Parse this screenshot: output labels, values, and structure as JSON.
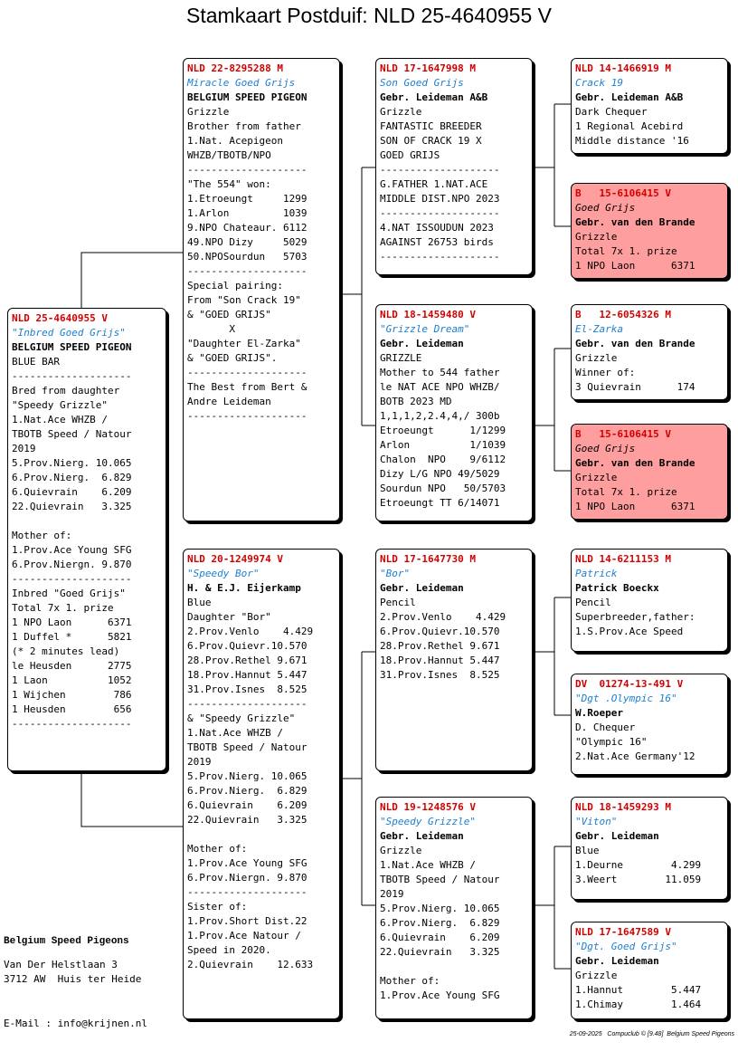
{
  "title": "Stamkaart Postduif: NLD 25-4640955 V",
  "pigeons": {
    "main": {
      "ring": "NLD 25-4640955 V",
      "name": "\"Inbred Goed Grijs\"",
      "breeder": "BELGIUM SPEED PIGEON",
      "lines": [
        "BLUE BAR",
        "--------------------",
        "Bred from daughter",
        "\"Speedy Grizzle\"",
        "1.Nat.Ace WHZB /",
        "TBOTB Speed / Natour",
        "2019",
        "5.Prov.Nierg. 10.065",
        "6.Prov.Nierg.  6.829",
        "6.Quievrain    6.209",
        "22.Quievrain   3.325",
        "",
        "Mother of:",
        "1.Prov.Ace Young SFG",
        "6.Prov.Niergn. 9.870",
        "--------------------",
        "Inbred \"Goed Grijs\"",
        "Total 7x 1. prize",
        "1 NPO Laon      6371",
        "1 Duffel *      5821",
        "(* 2 minutes lead)",
        "le Heusden      2775",
        "1 Laon          1052",
        "1 Wijchen        786",
        "1 Heusden        656",
        "--------------------"
      ]
    },
    "father": {
      "ring": "NLD 22-8295288 M",
      "name": "Miracle Goed Grijs",
      "breeder": "BELGIUM SPEED PIGEON",
      "lines": [
        "Grizzle",
        "Brother from father",
        "1.Nat. Acepigeon",
        "WHZB/TBOTB/NPO",
        "--------------------",
        "\"The 554\" won:",
        "1.Etroeungt     1299",
        "1.Arlon         1039",
        "9.NPO Chateaur. 6112",
        "49.NPO Dizy     5029",
        "50.NPOSourdun   5703",
        "--------------------",
        "Special pairing:",
        "From \"Son Crack 19\"",
        "& \"GOED GRIJS\"",
        "       X",
        "\"Daughter El-Zarka\"",
        "& \"GOED GRIJS\".",
        "--------------------",
        "The Best from Bert &",
        "Andre Leideman",
        "--------------------"
      ]
    },
    "mother": {
      "ring": "NLD 20-1249974 V",
      "name": "\"Speedy Bor\"",
      "breeder": "H. & E.J. Eijerkamp",
      "lines": [
        "Blue",
        "Daughter \"Bor\"",
        "2.Prov.Venlo    4.429",
        "6.Prov.Quievr.10.570",
        "28.Prov.Rethel 9.671",
        "18.Prov.Hannut 5.447",
        "31.Prov.Isnes  8.525",
        "--------------------",
        "& \"Speedy Grizzle\"",
        "1.Nat.Ace WHZB /",
        "TBOTB Speed / Natour",
        "2019",
        "5.Prov.Nierg. 10.065",
        "6.Prov.Nierg.  6.829",
        "6.Quievrain    6.209",
        "22.Quievrain   3.325",
        "",
        "Mother of:",
        "1.Prov.Ace Young SFG",
        "6.Prov.Niergn. 9.870",
        "--------------------",
        "Sister of:",
        "1.Prov.Short Dist.22",
        "1.Prov.Ace Natour /",
        "Speed in 2020.",
        "2.Quievrain    12.633"
      ]
    },
    "ff": {
      "ring": "NLD 17-1647998 M",
      "name": "Son Goed Grijs",
      "breeder": "Gebr. Leideman A&B",
      "lines": [
        "Grizzle",
        "FANTASTIC BREEDER",
        "SON OF CRACK 19 X",
        "GOED GRIJS",
        "--------------------",
        "G.FATHER 1.NAT.ACE",
        "MIDDLE DIST.NPO 2023",
        "--------------------",
        "4.NAT ISSOUDUN 2023",
        "AGAINST 26753 birds",
        "--------------------"
      ]
    },
    "fm": {
      "ring": "NLD 18-1459480 V",
      "name": "\"Grizzle Dream\"",
      "breeder": "Gebr. Leideman",
      "lines": [
        "GRIZZLE",
        "Mother to 544 father",
        "le NAT ACE NPO WHZB/",
        "BOTB 2023 MD",
        "1,1,1,2,2.4,4,/ 300b",
        "Etroeungt      1/1299",
        "Arlon          1/1039",
        "Chalon  NPO    9/6112",
        "Dizy L/G NPO 49/5029",
        "Sourdun NPO   50/5703",
        "Etroeungt TT 6/14071"
      ]
    },
    "mf": {
      "ring": "NLD 17-1647730 M",
      "name": "\"Bor\"",
      "breeder": "Gebr. Leideman",
      "lines": [
        "Pencil",
        "2.Prov.Venlo    4.429",
        "6.Prov.Quievr.10.570",
        "28.Prov.Rethel 9.671",
        "18.Prov.Hannut 5.447",
        "31.Prov.Isnes  8.525"
      ]
    },
    "mm": {
      "ring": "NLD 19-1248576 V",
      "name": "\"Speedy Grizzle\"",
      "breeder": "Gebr. Leideman",
      "lines": [
        "Grizzle",
        "1.Nat.Ace WHZB /",
        "TBOTB Speed / Natour",
        "2019",
        "5.Prov.Nierg. 10.065",
        "6.Prov.Nierg.  6.829",
        "6.Quievrain    6.209",
        "22.Quievrain   3.325",
        "",
        "Mother of:",
        "1.Prov.Ace Young SFG"
      ]
    },
    "fff": {
      "ring": "NLD 14-1466919 M",
      "name": "Crack 19",
      "breeder": "Gebr. Leideman A&B",
      "lines": [
        "Dark Chequer",
        "1 Regional Acebird",
        "Middle distance '16"
      ]
    },
    "ffm": {
      "ring": "B   15-6106415 V",
      "name": "Goed Grijs",
      "breeder": "Gebr. van den Brande",
      "lines": [
        "Grizzle",
        "Total 7x 1. prize",
        "1 NPO Laon      6371"
      ]
    },
    "fmf": {
      "ring": "B   12-6054326 M",
      "name": "El-Zarka",
      "breeder": "Gebr. van den Brande",
      "lines": [
        "Grizzle",
        "Winner of:",
        "3 Quievrain      174"
      ]
    },
    "fmm": {
      "ring": "B   15-6106415 V",
      "name": "Goed Grijs",
      "breeder": "Gebr. van den Brande",
      "lines": [
        "Grizzle",
        "Total 7x 1. prize",
        "1 NPO Laon      6371"
      ]
    },
    "mff": {
      "ring": "NLD 14-6211153 M",
      "name": "Patrick",
      "breeder": "Patrick Boeckx",
      "lines": [
        "Pencil",
        "Superbreeder,father:",
        "1.S.Prov.Ace Speed"
      ]
    },
    "mfm": {
      "ring": "DV  01274-13-491 V",
      "name": "\"Dgt .Olympic 16\"",
      "breeder": "W.Roeper",
      "lines": [
        "D. Chequer",
        "\"Olympic 16\"",
        "2.Nat.Ace Germany'12"
      ]
    },
    "mmf": {
      "ring": "NLD 18-1459293 M",
      "name": "\"Viton\"",
      "breeder": "Gebr. Leideman",
      "lines": [
        "Blue",
        "1.Deurne        4.299",
        "3.Weert        11.059"
      ]
    },
    "mmm": {
      "ring": "NLD 17-1647589 V",
      "name": "\"Dgt. Goed Grijs\"",
      "breeder": "Gebr. Leideman",
      "lines": [
        "Grizzle",
        "1.Hannut        5.447",
        "1.Chimay        1.464"
      ]
    }
  },
  "address": {
    "company": "Belgium Speed Pigeons",
    "street": "Van Der Helstlaan 3",
    "city": "3712 AW  Huis ter Heide",
    "email": "E-Mail : info@krijnen.nl"
  },
  "footer": "25-09-2025   Compuclub © [9.48]  Belgium Speed Pigeons",
  "colors": {
    "ring": "#d40000",
    "name": "#1a7fd4",
    "highlight": "#ff9e9e"
  }
}
